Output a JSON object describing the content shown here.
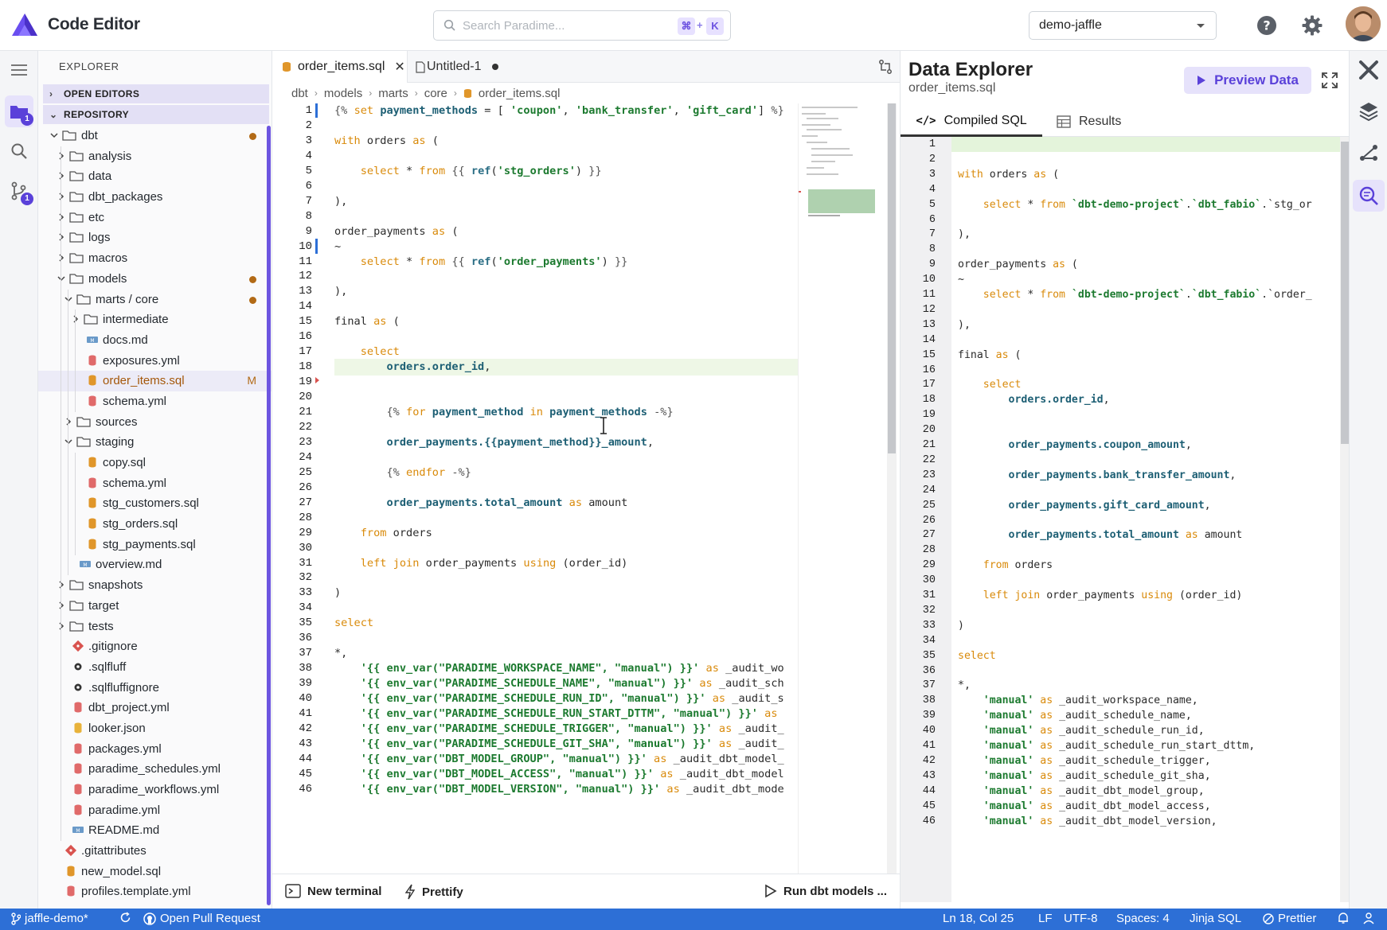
{
  "app": {
    "title": "Code Editor"
  },
  "search": {
    "placeholder": "Search Paradime...",
    "shortcut_mod": "⌘",
    "shortcut_plus": "+",
    "shortcut_key": "K"
  },
  "project": {
    "selected": "demo-jaffle"
  },
  "activity": {
    "explorer_badge": "1",
    "git_badge": "1"
  },
  "explorer": {
    "title": "EXPLORER",
    "open_editors": "OPEN EDITORS",
    "repository": "REPOSITORY",
    "tree": [
      {
        "label": "dbt",
        "type": "folder",
        "indent": 0,
        "open": true,
        "status": "dot"
      },
      {
        "label": "analysis",
        "type": "folder",
        "indent": 1,
        "open": false
      },
      {
        "label": "data",
        "type": "folder",
        "indent": 1,
        "open": false
      },
      {
        "label": "dbt_packages",
        "type": "folder",
        "indent": 1,
        "open": false
      },
      {
        "label": "etc",
        "type": "folder",
        "indent": 1,
        "open": false
      },
      {
        "label": "logs",
        "type": "folder",
        "indent": 1,
        "open": false
      },
      {
        "label": "macros",
        "type": "folder",
        "indent": 1,
        "open": false
      },
      {
        "label": "models",
        "type": "folder",
        "indent": 1,
        "open": true,
        "status": "dot"
      },
      {
        "label": "marts / core",
        "type": "folder",
        "indent": 2,
        "open": true,
        "status": "dot"
      },
      {
        "label": "intermediate",
        "type": "folder",
        "indent": 3,
        "open": false
      },
      {
        "label": "docs.md",
        "type": "md",
        "indent": 3
      },
      {
        "label": "exposures.yml",
        "type": "yml",
        "indent": 3
      },
      {
        "label": "order_items.sql",
        "type": "sql",
        "indent": 3,
        "status": "M",
        "selected": true
      },
      {
        "label": "schema.yml",
        "type": "yml",
        "indent": 3
      },
      {
        "label": "sources",
        "type": "folder",
        "indent": 2,
        "open": false
      },
      {
        "label": "staging",
        "type": "folder",
        "indent": 2,
        "open": true
      },
      {
        "label": "copy.sql",
        "type": "sql",
        "indent": 3
      },
      {
        "label": "schema.yml",
        "type": "yml",
        "indent": 3
      },
      {
        "label": "stg_customers.sql",
        "type": "sql",
        "indent": 3
      },
      {
        "label": "stg_orders.sql",
        "type": "sql",
        "indent": 3
      },
      {
        "label": "stg_payments.sql",
        "type": "sql",
        "indent": 3
      },
      {
        "label": "overview.md",
        "type": "md",
        "indent": 2
      },
      {
        "label": "snapshots",
        "type": "folder",
        "indent": 1,
        "open": false
      },
      {
        "label": "target",
        "type": "folder",
        "indent": 1,
        "open": false
      },
      {
        "label": "tests",
        "type": "folder",
        "indent": 1,
        "open": false
      },
      {
        "label": ".gitignore",
        "type": "git",
        "indent": 1
      },
      {
        "label": ".sqlfluff",
        "type": "gear",
        "indent": 1
      },
      {
        "label": ".sqlfluffignore",
        "type": "gear",
        "indent": 1
      },
      {
        "label": "dbt_project.yml",
        "type": "yml",
        "indent": 1
      },
      {
        "label": "looker.json",
        "type": "json",
        "indent": 1
      },
      {
        "label": "packages.yml",
        "type": "yml",
        "indent": 1
      },
      {
        "label": "paradime_schedules.yml",
        "type": "yml",
        "indent": 1
      },
      {
        "label": "paradime_workflows.yml",
        "type": "yml",
        "indent": 1
      },
      {
        "label": "paradime.yml",
        "type": "yml",
        "indent": 1
      },
      {
        "label": "README.md",
        "type": "md",
        "indent": 1
      },
      {
        "label": ".gitattributes",
        "type": "git",
        "indent": 0
      },
      {
        "label": "new_model.sql",
        "type": "sql",
        "indent": 0
      },
      {
        "label": "profiles.template.yml",
        "type": "yml",
        "indent": 0
      }
    ]
  },
  "editor": {
    "tabs": [
      {
        "label": "order_items.sql",
        "active": true
      },
      {
        "label": "Untitled-1",
        "active": false,
        "unsaved": true
      }
    ],
    "breadcrumb": [
      "dbt",
      "models",
      "marts",
      "core",
      "order_items.sql"
    ],
    "lines": [
      "{% set payment_methods = [ 'coupon', 'bank_transfer', 'gift_card'] %}",
      "",
      "with orders as (",
      "",
      "    select * from {{ ref('stg_orders') }}",
      "",
      "),",
      "",
      "order_payments as (",
      "~",
      "    select * from {{ ref('order_payments') }}",
      "",
      "),",
      "",
      "final as (",
      "",
      "    select",
      "        orders.order_id,",
      "",
      "",
      "        {% for payment_method in payment_methods -%}",
      "",
      "        order_payments.{{payment_method}}_amount,",
      "",
      "        {% endfor -%}",
      "",
      "        order_payments.total_amount as amount",
      "",
      "    from orders",
      "",
      "    left join order_payments using (order_id)",
      "",
      ")",
      "",
      "select",
      "",
      "*,",
      "    '{{ env_var(\"PARADIME_WORKSPACE_NAME\", \"manual\") }}' as _audit_wo",
      "    '{{ env_var(\"PARADIME_SCHEDULE_NAME\", \"manual\") }}' as _audit_sch",
      "    '{{ env_var(\"PARADIME_SCHEDULE_RUN_ID\", \"manual\") }}' as _audit_s",
      "    '{{ env_var(\"PARADIME_SCHEDULE_RUN_START_DTTM\", \"manual\") }}' as",
      "    '{{ env_var(\"PARADIME_SCHEDULE_TRIGGER\", \"manual\") }}' as _audit_",
      "    '{{ env_var(\"PARADIME_SCHEDULE_GIT_SHA\", \"manual\") }}' as _audit_",
      "    '{{ env_var(\"DBT_MODEL_GROUP\", \"manual\") }}' as _audit_dbt_model_",
      "    '{{ env_var(\"DBT_MODEL_ACCESS\", \"manual\") }}' as _audit_dbt_model",
      "    '{{ env_var(\"DBT_MODEL_VERSION\", \"manual\") }}' as _audit_dbt_mode"
    ],
    "bottom": {
      "new_terminal": "New terminal",
      "prettify": "Prettify",
      "run": "Run dbt models ..."
    }
  },
  "data_explorer": {
    "title": "Data Explorer",
    "file": "order_items.sql",
    "preview_button": "Preview Data",
    "tabs": {
      "compiled": "Compiled SQL",
      "results": "Results"
    },
    "lines": [
      "",
      "",
      "with orders as (",
      "",
      "    select * from `dbt-demo-project`.`dbt_fabio`.`stg_or",
      "",
      "),",
      "",
      "order_payments as (",
      "~",
      "    select * from `dbt-demo-project`.`dbt_fabio`.`order_",
      "",
      "),",
      "",
      "final as (",
      "",
      "    select",
      "        orders.order_id,",
      "",
      "",
      "        order_payments.coupon_amount,",
      "",
      "        order_payments.bank_transfer_amount,",
      "",
      "        order_payments.gift_card_amount,",
      "",
      "        order_payments.total_amount as amount",
      "",
      "    from orders",
      "",
      "    left join order_payments using (order_id)",
      "",
      ")",
      "",
      "select",
      "",
      "*,",
      "    'manual' as _audit_workspace_name,",
      "    'manual' as _audit_schedule_name,",
      "    'manual' as _audit_schedule_run_id,",
      "    'manual' as _audit_schedule_run_start_dttm,",
      "    'manual' as _audit_schedule_trigger,",
      "    'manual' as _audit_schedule_git_sha,",
      "    'manual' as _audit_dbt_model_group,",
      "    'manual' as _audit_dbt_model_access,",
      "    'manual' as _audit_dbt_model_version,"
    ]
  },
  "statusbar": {
    "branch": "jaffle-demo*",
    "pull_request": "Open Pull Request",
    "position": "Ln 18, Col 25",
    "eol": "LF",
    "encoding": "UTF-8",
    "spaces": "Spaces: 4",
    "language": "Jinja SQL",
    "formatter": "Prettier"
  },
  "colors": {
    "accent": "#5a41d9",
    "statusbar": "#2d6fd6",
    "modified": "#b26a16",
    "keyword": "#d98a0a",
    "string": "#1c7a2f"
  }
}
